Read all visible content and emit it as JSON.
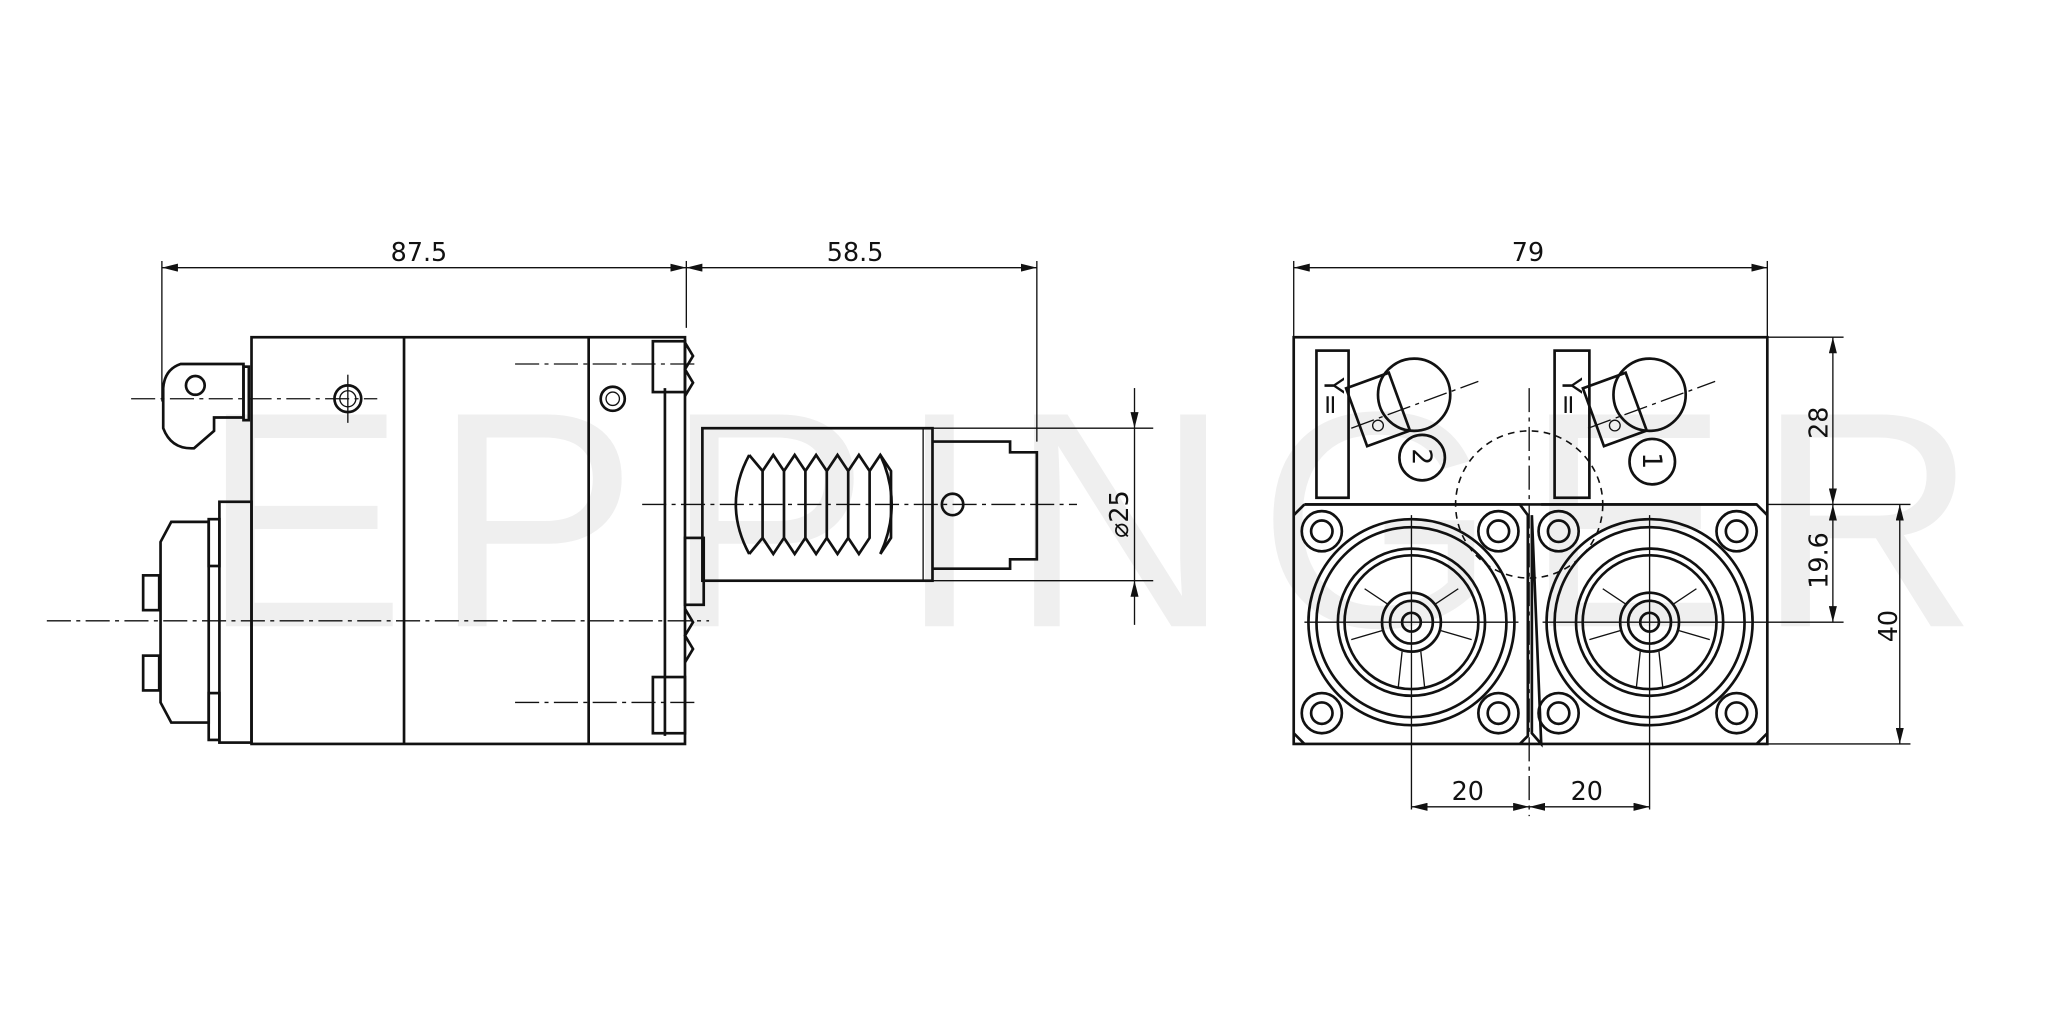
{
  "watermark": "EPPINGER",
  "side_view": {
    "dim_total_body": "87.5",
    "dim_shaft_length": "58.5",
    "dim_shaft_diameter": "⌀25"
  },
  "front_view": {
    "dim_width": "79",
    "dim_top_height": "28",
    "dim_center_offset": "19.6",
    "dim_plate_height": "40",
    "dim_spacing_left": "20",
    "dim_spacing_right": "20",
    "position_label_left": "2",
    "position_label_right": "1",
    "axis_label_left": "Y",
    "axis_label_right": "Y",
    "mark_left": "=",
    "mark_right": "="
  }
}
